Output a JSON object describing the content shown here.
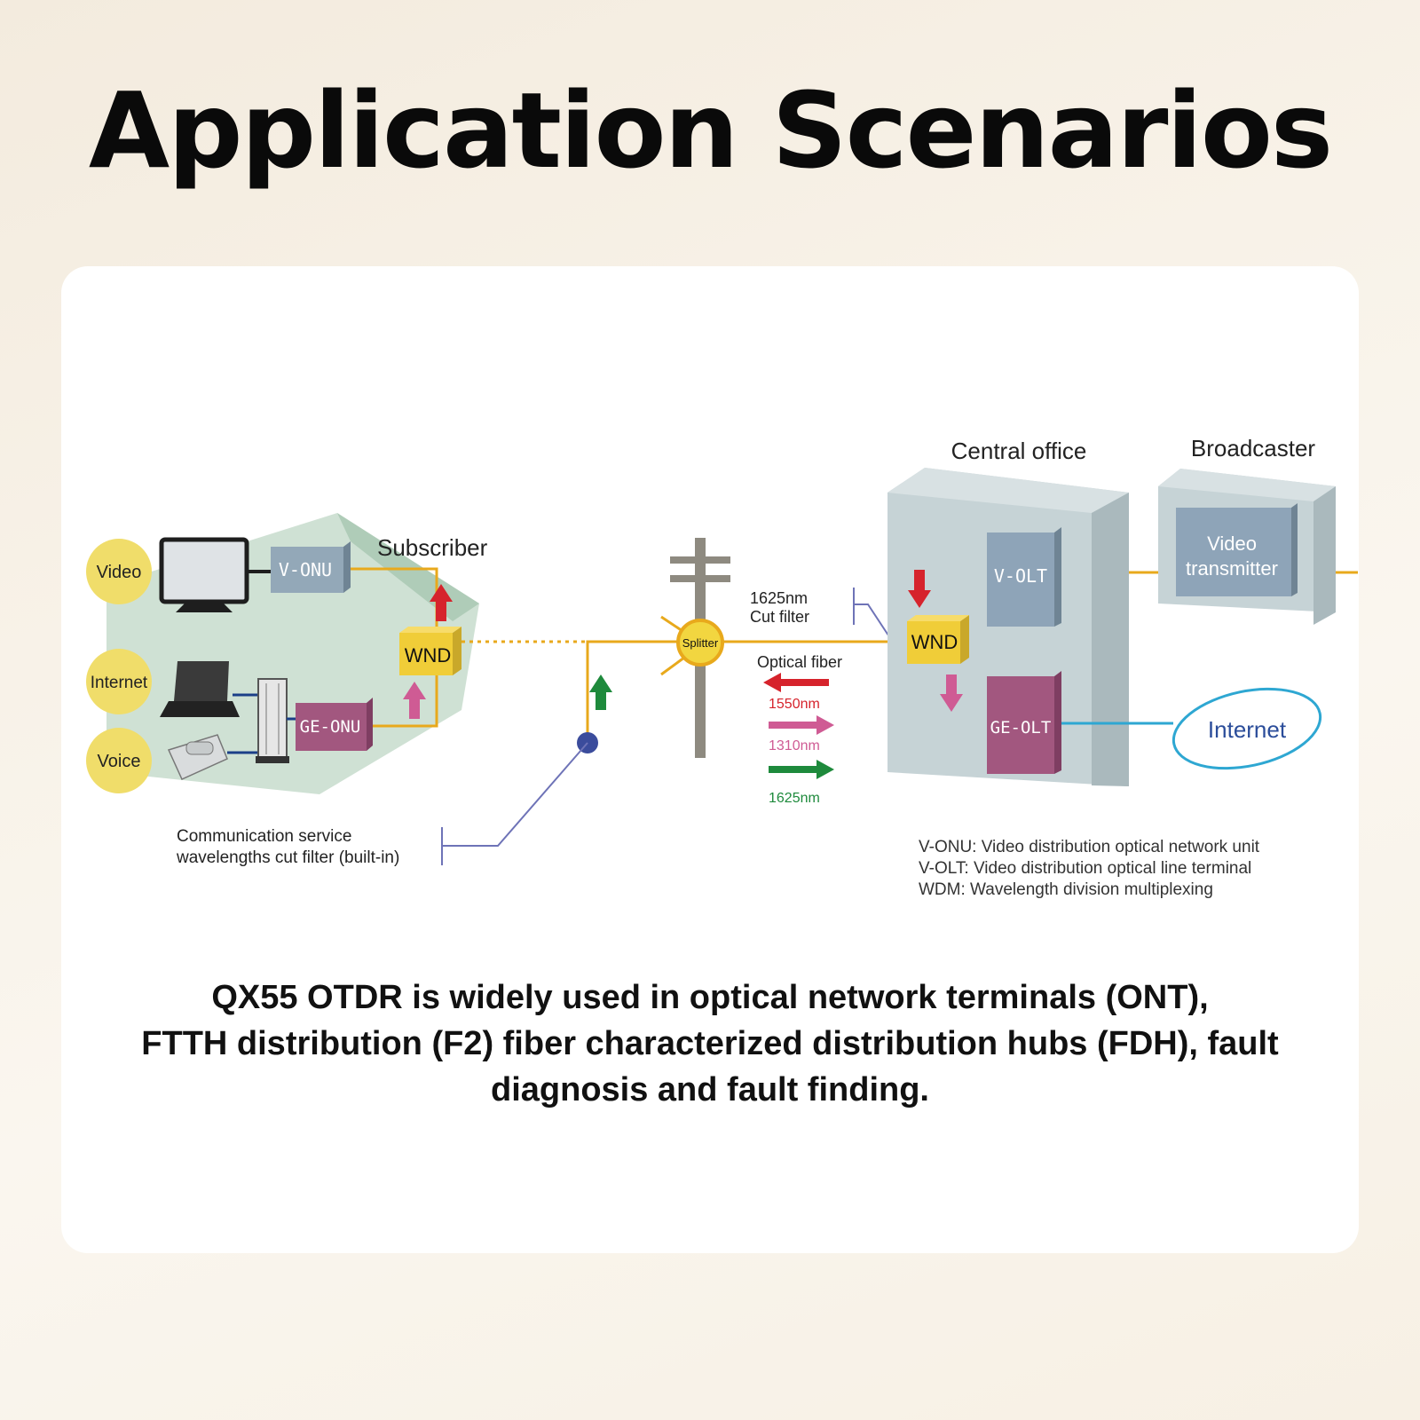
{
  "title": "Application Scenarios",
  "diagram": {
    "subscriber_label": "Subscriber",
    "central_office_label": "Central office",
    "broadcaster_label": "Broadcaster",
    "services": [
      "Video",
      "Internet",
      "Voice"
    ],
    "v_onu": "V-ONU",
    "ge_onu": "GE-ONU",
    "wnd": "WND",
    "splitter": "Splitter",
    "v_olt": "V-OLT",
    "ge_olt": "GE-OLT",
    "video_transmitter_1": "Video",
    "video_transmitter_2": "transmitter",
    "internet_cloud": "Internet",
    "cut_filter_1": "1625nm",
    "cut_filter_2": "Cut filter",
    "optical_fiber": "Optical fiber",
    "wavelengths": [
      "1550nm",
      "1310nm",
      "1625nm"
    ],
    "comm_filter_1": "Communication service",
    "comm_filter_2": "wavelengths cut filter (built-in)",
    "legend": [
      "V-ONU: Video distribution optical network unit",
      "V-OLT: Video distribution optical line terminal",
      "WDM: Wavelength division multiplexing"
    ],
    "colors": {
      "fiber": "#e8a91c",
      "service_circle": "#f0dd6a",
      "red_arrow": "#d6232c",
      "pink_arrow": "#cf5b94",
      "green_arrow": "#1e8a3c",
      "olt_blue": "#8ea4b8",
      "olt_purple": "#a2577f",
      "internet": "#2ea7d2"
    }
  },
  "description": [
    "QX55 OTDR is widely used in optical network terminals (ONT),",
    "FTTH distribution (F2) fiber characterized distribution hubs (FDH), fault",
    "diagnosis and fault finding."
  ]
}
